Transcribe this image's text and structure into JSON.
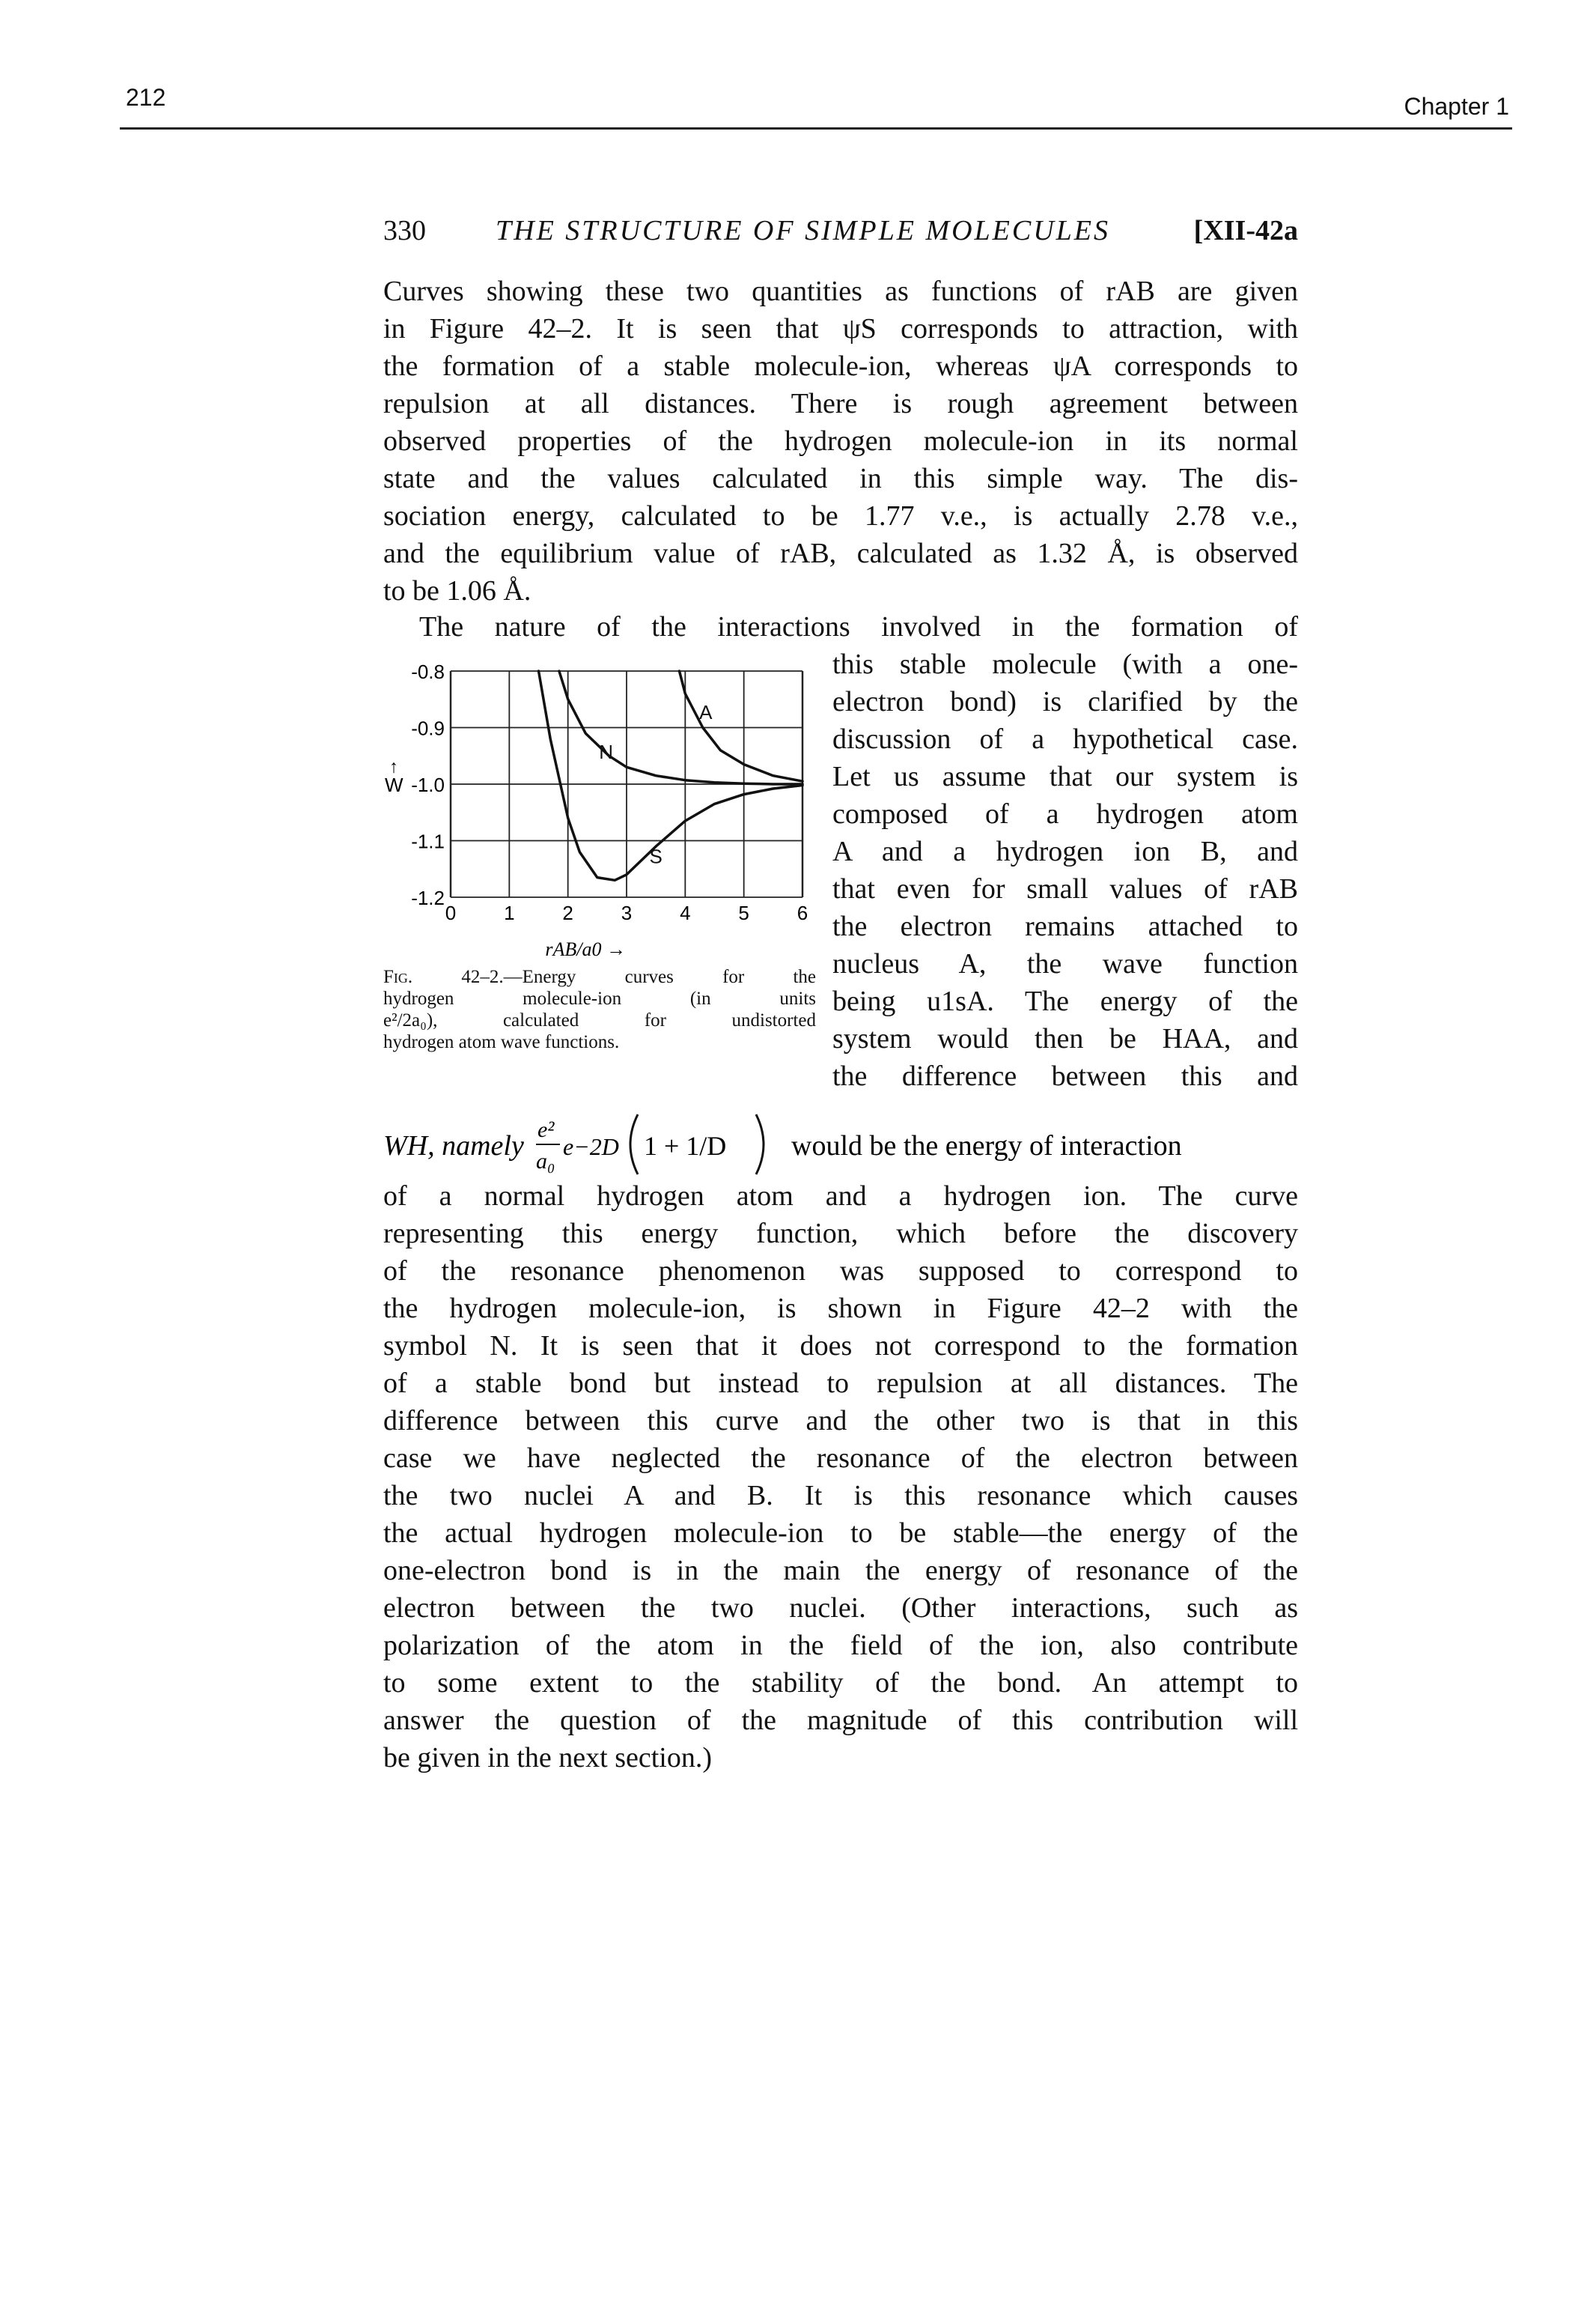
{
  "outer_header": {
    "page_number": "212",
    "chapter": "Chapter 1"
  },
  "running_head": {
    "page_number": "330",
    "title": "THE STRUCTURE OF SIMPLE MOLECULES",
    "section": "[XII-42a"
  },
  "paragraph1": [
    "Curves showing these two quantities as functions of rAB are given",
    "in Figure 42–2.  It is seen that ψS corresponds to attraction, with",
    "the formation of a stable molecule-ion, whereas ψA corresponds to",
    "repulsion at all distances.  There is rough agreement between",
    "observed properties of the hydrogen molecule-ion in its normal",
    "state and the values calculated in this simple way.  The dis-",
    "sociation energy, calculated to be 1.77 v.e., is actually 2.78 v.e.,",
    "and the equilibrium value of rAB, calculated as 1.32 Å, is observed",
    "to be 1.06 Å."
  ],
  "paragraph2_first": "The nature of the interactions involved in the formation of",
  "paragraph2_wrap": [
    "this stable molecule (with a one-",
    "electron bond) is clarified by the",
    "discussion of a hypothetical case.",
    "Let us assume that our system is",
    "composed of a hydrogen atom",
    "A and a hydrogen ion B, and",
    "that even for small values of rAB",
    "the electron remains attached to",
    "nucleus A, the wave function",
    "being u1sA.  The energy of the",
    "system would then be HAA, and",
    "the difference between this and"
  ],
  "formula_line": {
    "lead": "WH, namely",
    "numerator": "e²",
    "denominator": "a₀",
    "exponential": "e−2D",
    "bracket_content": "1 + 1/D",
    "tail": "would be the energy of interaction"
  },
  "paragraph3": [
    "of a normal hydrogen atom and a hydrogen ion.  The curve",
    "representing this energy function, which before the discovery",
    "of the resonance phenomenon was supposed to correspond to",
    "the hydrogen molecule-ion, is shown in Figure 42–2 with the",
    "symbol N.  It is seen that it does not correspond to the formation",
    "of a stable bond but instead to repulsion at all distances.  The",
    "difference between this curve and the other two is that in this",
    "case we have neglected the resonance of the electron between",
    "the two nuclei A and B.  It is this resonance which causes",
    "the actual hydrogen molecule-ion to be stable—the energy of the",
    "one-electron bond is in the main the energy of resonance of the",
    "electron between the two nuclei.  (Other interactions, such as",
    "polarization of the atom in the field of the ion, also contribute",
    "to some extent to the stability of the bond.  An attempt to",
    "answer the question of the magnitude of this contribution will",
    "be given in the next section.)"
  ],
  "figure_caption": {
    "label": "Fig. 42–2.",
    "lines": [
      "—Energy curves for the",
      "hydrogen  molecule-ion  (in  units",
      "e²/2a₀),  calculated  for  undistorted",
      "hydrogen atom wave functions."
    ]
  },
  "chart_data": {
    "type": "line",
    "title": "",
    "xlabel": "rAB/a0 →",
    "ylabel": "W",
    "ylabel_arrow": "↑",
    "xlim": [
      0,
      6
    ],
    "ylim": [
      -1.2,
      -0.8
    ],
    "x_ticks": [
      "0",
      "1",
      "2",
      "3",
      "4",
      "5",
      "6"
    ],
    "y_ticks": [
      "-0.8",
      "-0.9",
      "-1.0",
      "-1.1",
      "-1.2"
    ],
    "grid": true,
    "series": [
      {
        "name": "N",
        "color": "#111111",
        "x": [
          1.85,
          2.0,
          2.3,
          2.7,
          3.0,
          3.5,
          4.0,
          4.5,
          5.0,
          5.5,
          6.0
        ],
        "y": [
          -0.8,
          -0.85,
          -0.91,
          -0.95,
          -0.97,
          -0.985,
          -0.993,
          -0.997,
          -0.999,
          -1.0,
          -1.0
        ]
      },
      {
        "name": "A",
        "color": "#111111",
        "x": [
          3.9,
          4.0,
          4.3,
          4.6,
          5.0,
          5.5,
          6.0
        ],
        "y": [
          -0.8,
          -0.84,
          -0.9,
          -0.94,
          -0.965,
          -0.985,
          -0.995
        ]
      },
      {
        "name": "S",
        "color": "#111111",
        "x": [
          1.5,
          1.7,
          2.0,
          2.2,
          2.5,
          2.8,
          3.0,
          3.5,
          4.0,
          4.5,
          5.0,
          5.5,
          6.0
        ],
        "y": [
          -0.8,
          -0.92,
          -1.06,
          -1.12,
          -1.165,
          -1.17,
          -1.16,
          -1.11,
          -1.065,
          -1.035,
          -1.018,
          -1.008,
          -1.002
        ]
      }
    ],
    "curve_labels": [
      {
        "text": "A",
        "x": 4.35,
        "y": -0.885
      },
      {
        "text": "N",
        "x": 2.65,
        "y": -0.955
      },
      {
        "text": "S",
        "x": 3.5,
        "y": -1.14
      }
    ]
  }
}
